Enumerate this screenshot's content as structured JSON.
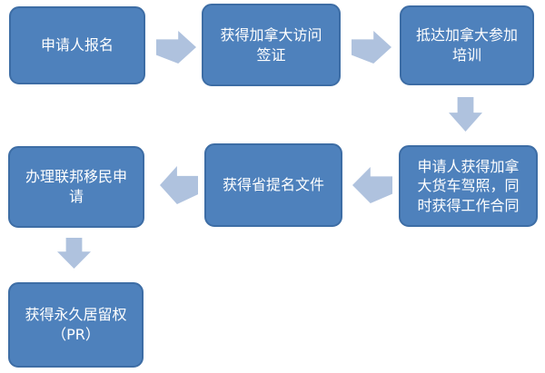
{
  "flowchart": {
    "steps": [
      {
        "id": 1,
        "label": "申请人报名"
      },
      {
        "id": 2,
        "label": "获得加拿大访问\n签证"
      },
      {
        "id": 3,
        "label": "抵达加拿大参加\n培训"
      },
      {
        "id": 4,
        "label": "申请人获得加拿\n大货车驾照，同\n时获得工作合同"
      },
      {
        "id": 5,
        "label": "获得省提名文件"
      },
      {
        "id": 6,
        "label": "办理联邦移民申\n请"
      },
      {
        "id": 7,
        "label": "获得永久居留权\n（PR）"
      }
    ],
    "connections": [
      {
        "from": 1,
        "to": 2,
        "direction": "right"
      },
      {
        "from": 2,
        "to": 3,
        "direction": "right"
      },
      {
        "from": 3,
        "to": 4,
        "direction": "down"
      },
      {
        "from": 4,
        "to": 5,
        "direction": "left"
      },
      {
        "from": 5,
        "to": 6,
        "direction": "left"
      },
      {
        "from": 6,
        "to": 7,
        "direction": "down"
      }
    ],
    "colors": {
      "box_fill": "#4E81BC",
      "box_border": "#3D6DA5",
      "box_text": "#FFFFFF",
      "arrow_fill": "#AFC2DE",
      "background": "#FFFFFF"
    }
  }
}
